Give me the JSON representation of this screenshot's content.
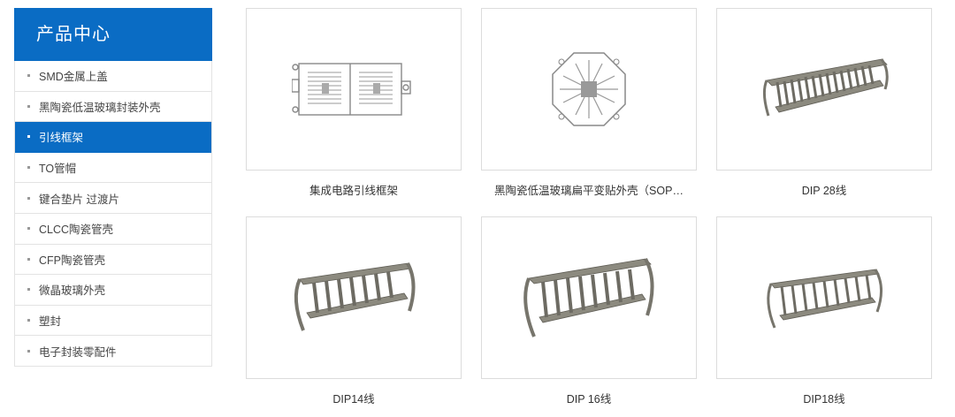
{
  "sidebar": {
    "title": "产品中心",
    "items": [
      {
        "label": "SMD金属上盖",
        "active": false
      },
      {
        "label": "黑陶瓷低温玻璃封装外壳",
        "active": false
      },
      {
        "label": "引线框架",
        "active": true
      },
      {
        "label": "TO管帽",
        "active": false
      },
      {
        "label": "键合垫片 过渡片",
        "active": false
      },
      {
        "label": "CLCC陶瓷管壳",
        "active": false
      },
      {
        "label": "CFP陶瓷管壳",
        "active": false
      },
      {
        "label": "微晶玻璃外壳",
        "active": false
      },
      {
        "label": "塑封",
        "active": false
      },
      {
        "label": "电子封装零配件",
        "active": false
      }
    ]
  },
  "products": [
    {
      "caption": "集成电路引线框架",
      "image": "leadframe-strip"
    },
    {
      "caption": "黑陶瓷低温玻璃扁平变贴外壳（SOP…",
      "image": "octagon-leadframe"
    },
    {
      "caption": "DIP 28线",
      "image": "dip-frame"
    },
    {
      "caption": "DIP14线",
      "image": "dip-frame"
    },
    {
      "caption": "DIP 16线",
      "image": "dip-frame"
    },
    {
      "caption": "DIP18线",
      "image": "dip-frame"
    }
  ],
  "colors": {
    "accent": "#0a6cc4",
    "border": "#dcdcdc"
  }
}
